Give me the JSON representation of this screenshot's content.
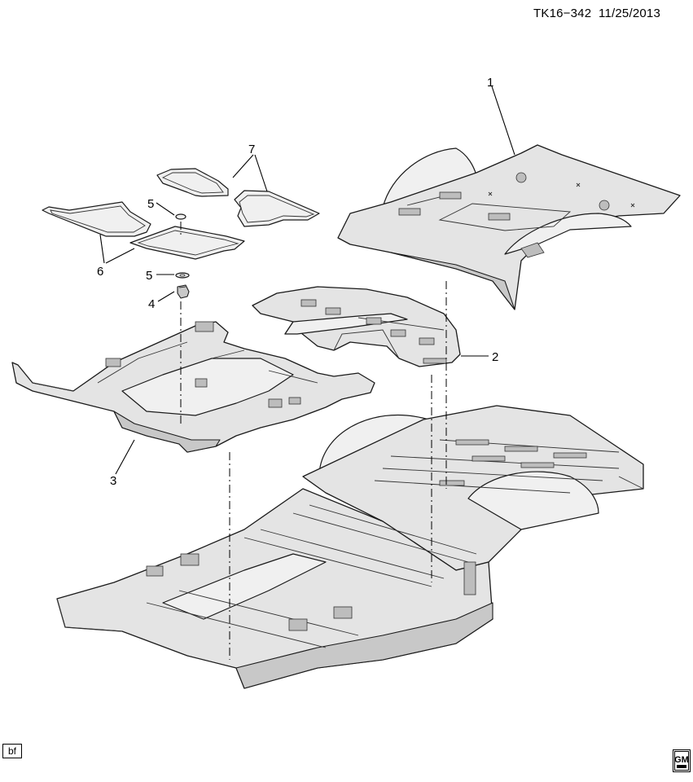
{
  "header": {
    "ref_id": "TK16−342",
    "date": "11/25/2013"
  },
  "callouts": [
    "1",
    "2",
    "3",
    "4",
    "5",
    "5",
    "6",
    "7"
  ],
  "footer": {
    "tag": "bf",
    "logo_text": "GM"
  },
  "parts": [
    {
      "number": "1",
      "name": ""
    },
    {
      "number": "2",
      "name": ""
    },
    {
      "number": "3",
      "name": ""
    },
    {
      "number": "4",
      "name": ""
    },
    {
      "number": "5",
      "name": ""
    },
    {
      "number": "6",
      "name": ""
    },
    {
      "number": "7",
      "name": ""
    }
  ]
}
